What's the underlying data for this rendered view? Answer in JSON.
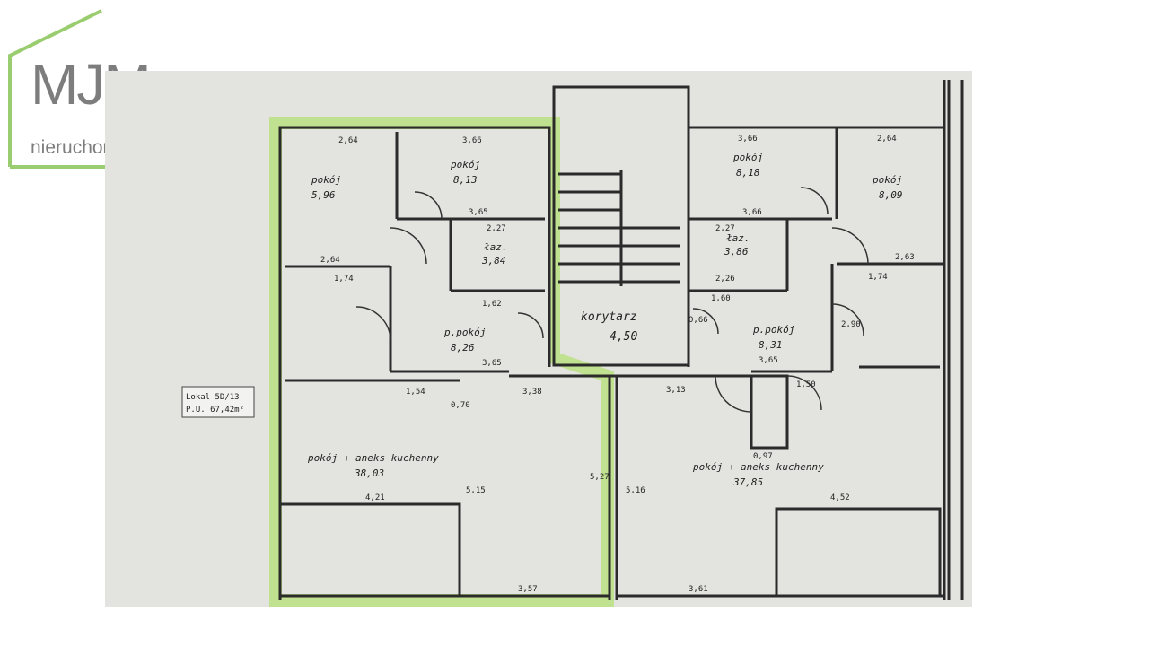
{
  "logo": {
    "brand": "MJM",
    "subtitle": "nieruchomości",
    "accent_color": "#9acd70"
  },
  "highlight_color": "#b6e07a",
  "info_box": {
    "line1": "Lokal 5D/13",
    "line2": "P.U. 67,42m²"
  },
  "rooms": {
    "left_room_1": {
      "name": "pokój",
      "area": "5,96"
    },
    "left_room_2": {
      "name": "pokój",
      "area": "8,13"
    },
    "left_bath": {
      "name": "łaz.",
      "area": "3,84"
    },
    "left_hall": {
      "name": "p.pokój",
      "area": "8,26"
    },
    "left_main": {
      "name": "pokój + aneks kuchenny",
      "area": "38,03"
    },
    "corridor": {
      "name": "korytarz",
      "area": "4,50"
    },
    "right_room_1": {
      "name": "pokój",
      "area": "8,18"
    },
    "right_room_2": {
      "name": "pokój",
      "area": "8,09"
    },
    "right_bath": {
      "name": "łaz.",
      "area": "3,86"
    },
    "right_hall": {
      "name": "p.pokój",
      "area": "8,31"
    },
    "right_main": {
      "name": "pokój + aneks kuchenny",
      "area": "37,85"
    }
  },
  "dimensions": {
    "d_264a": "2,64",
    "d_366a": "3,66",
    "d_366b": "3,66",
    "d_264b": "2,64",
    "d_365a": "3,65",
    "d_227a": "2,27",
    "d_227b": "2,27",
    "d_366c": "3,66",
    "d_264c": "2,64",
    "d_174a": "1,74",
    "d_226": "2,26",
    "d_174b": "1,74",
    "d_263": "2,63",
    "d_162a": "1,62",
    "d_160": "1,60",
    "d_365b": "3,65",
    "d_365c": "3,65",
    "d_154": "1,54",
    "d_338": "3,38",
    "d_313": "3,13",
    "d_421": "4,21",
    "d_452": "4,52",
    "d_357": "3,57",
    "d_361": "3,61",
    "d_515": "5,15",
    "d_527": "5,27",
    "d_516": "5,16",
    "d_070": "0,70",
    "d_150": "1,50",
    "d_097": "0,97",
    "d_066": "0,66",
    "d_290": "2,90"
  }
}
